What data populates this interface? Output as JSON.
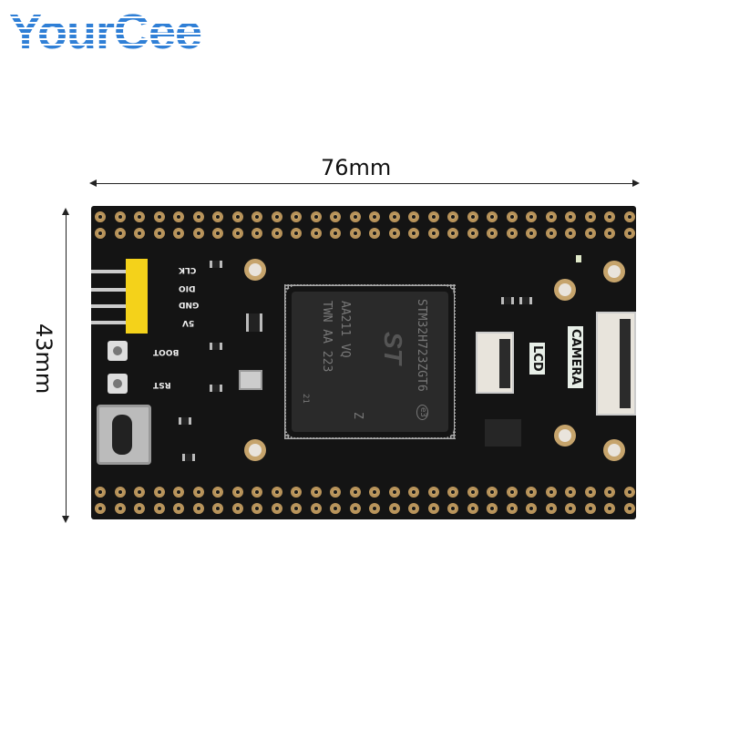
{
  "brand": {
    "logo_text": "YourCee",
    "color": "#2f7fd6"
  },
  "dimensions": {
    "width_label": "76mm",
    "height_label": "43mm"
  },
  "board": {
    "chip": {
      "lines": [
        "STM32H723ZGT6",
        "AA211 VQ",
        "TWN AA 223"
      ],
      "mark_z": "Z",
      "mark_21": "21",
      "e_mark": "e3",
      "logo": "ST"
    },
    "header_labels": [
      "CLK",
      "DIO",
      "GND",
      "5V"
    ],
    "button_labels": [
      "BOOT",
      "RST"
    ],
    "connector_labels": {
      "lcd": "LCD",
      "camera": "CAMERA"
    },
    "color": "#141414"
  }
}
